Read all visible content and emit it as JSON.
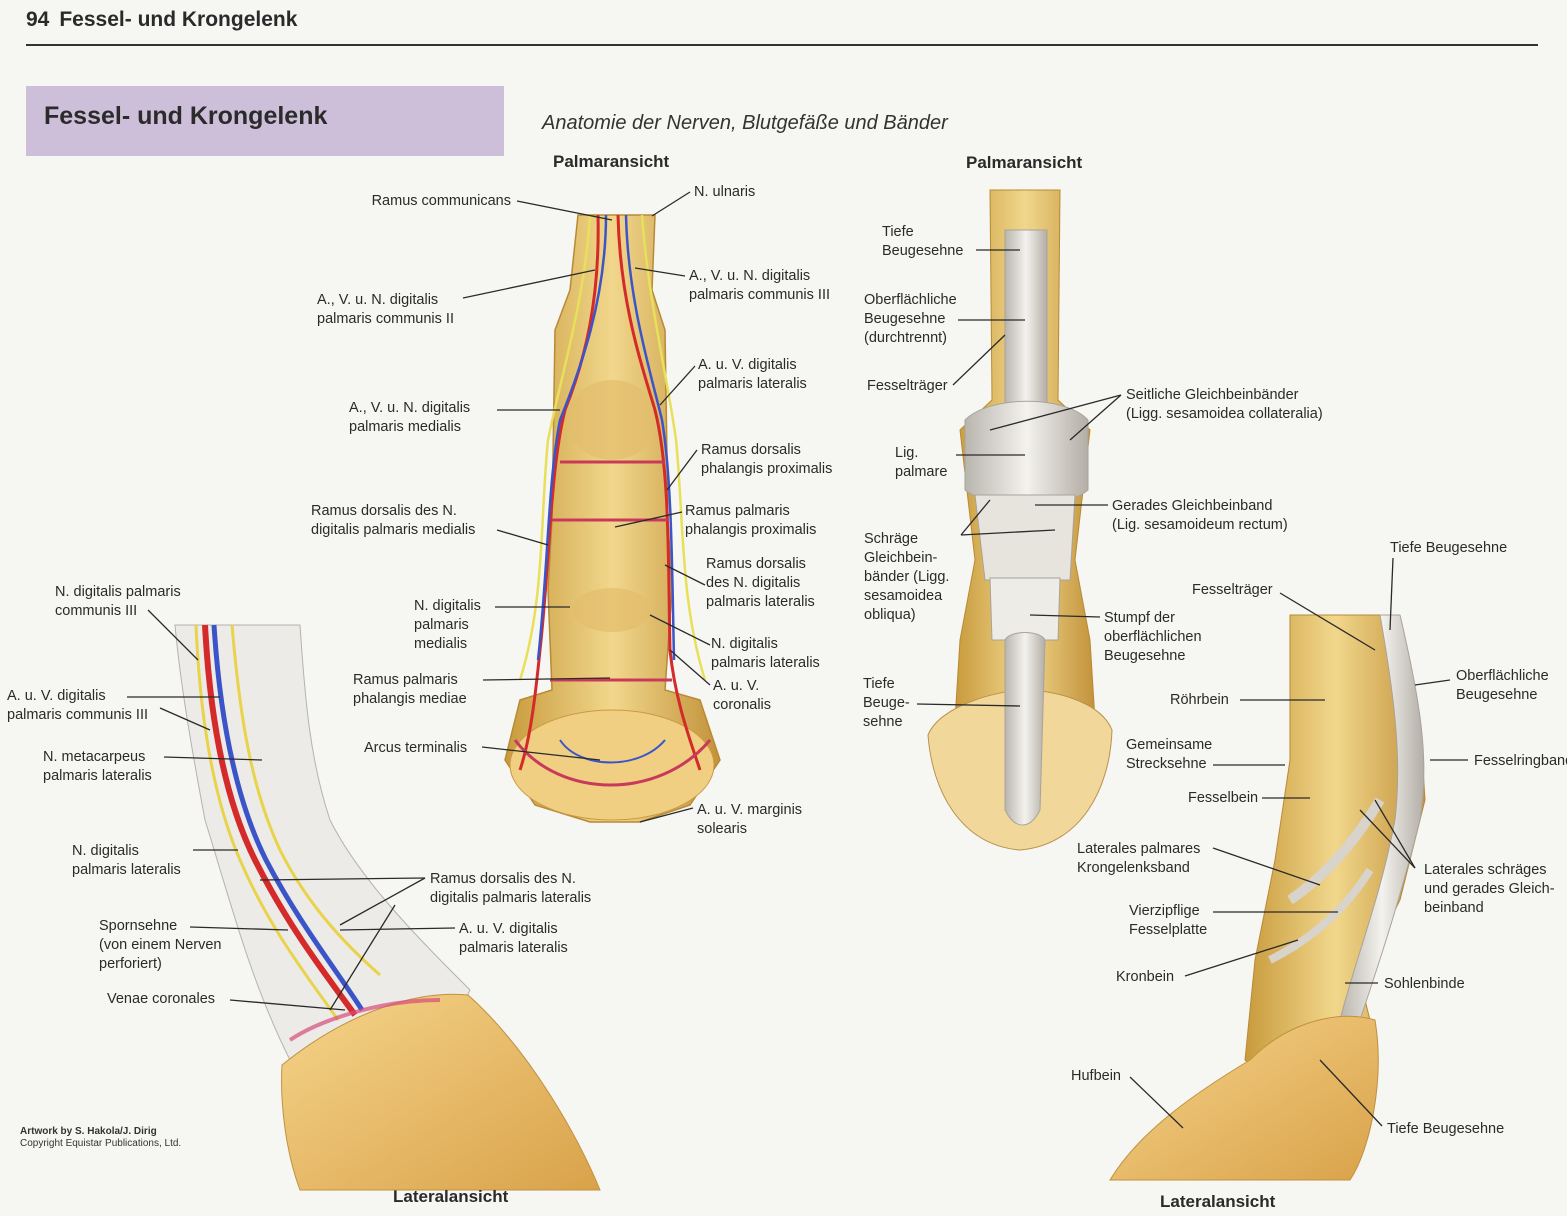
{
  "header": {
    "page_number": "94",
    "running_title": "Fessel- und Krongelenk"
  },
  "title_box": "Fessel- und Krongelenk",
  "subtitle": "Anatomie der Nerven, Blutgefäße und Bänder",
  "views": {
    "palmar_left": "Palmaransicht",
    "palmar_right": "Palmaransicht",
    "lateral_left": "Lateralansicht",
    "lateral_right": "Lateralansicht"
  },
  "labels": {
    "ramus_communicans": [
      "Ramus communicans"
    ],
    "n_ulnaris": [
      "N. ulnaris"
    ],
    "avn_dig_pal_comm_iii": [
      "A., V. u. N. digitalis",
      "palmaris communis III"
    ],
    "avn_dig_pal_comm_ii": [
      "A., V. u. N. digitalis",
      "palmaris communis II"
    ],
    "av_dig_pal_lat_1": [
      "A. u. V. digitalis",
      "palmaris lateralis"
    ],
    "avn_dig_pal_med": [
      "A., V. u. N. digitalis",
      "palmaris medialis"
    ],
    "ramus_dors_phal_prox": [
      "Ramus dorsalis",
      "phalangis proximalis"
    ],
    "ramus_pal_phal_prox": [
      "Ramus palmaris",
      "phalangis proximalis"
    ],
    "ramus_dors_n_dig_med": [
      "Ramus dorsalis des N.",
      "digitalis palmaris medialis"
    ],
    "ramus_dors_n_dig_lat_1": [
      "Ramus dorsalis",
      "des N. digitalis",
      "palmaris lateralis"
    ],
    "n_dig_pal_med": [
      "N. digitalis",
      "palmaris",
      "medialis"
    ],
    "n_dig_pal_lat_1": [
      "N. digitalis",
      "palmaris lateralis"
    ],
    "ramus_pal_phal_med": [
      "Ramus palmaris",
      "phalangis mediae"
    ],
    "av_coronalis": [
      "A. u. V.",
      "coronalis"
    ],
    "arcus_terminalis": [
      "Arcus terminalis"
    ],
    "av_marginis_solearis": [
      "A. u. V. marginis",
      "solearis"
    ],
    "tiefe_beugesehne_1": [
      "Tiefe",
      "Beugesehne"
    ],
    "oberfl_beugesehne_durch": [
      "Oberflächliche",
      "Beugesehne",
      "(durchtrennt)"
    ],
    "fesseltraeger_1": [
      "Fesselträger"
    ],
    "seitl_gleichbeinbaender": [
      "Seitliche Gleichbeinbänder",
      "(Ligg. sesamoidea collateralia)"
    ],
    "lig_palmare": [
      "Lig.",
      "palmare"
    ],
    "gerades_gleichbeinband": [
      "Gerades Gleichbeinband",
      "(Lig. sesamoideum rectum)"
    ],
    "schraege_gleichbeinbaender": [
      "Schräge",
      "Gleichbein-",
      "bänder (Ligg.",
      "sesamoidea",
      "obliqua)"
    ],
    "stumpf_oberfl_beugesehne": [
      "Stumpf der",
      "oberflächlichen",
      "Beugesehne"
    ],
    "tiefe_beugesehne_2": [
      "Tiefe",
      "Beuge-",
      "sehne"
    ],
    "n_dig_pal_comm_iii": [
      "N. digitalis palmaris",
      "communis III"
    ],
    "av_dig_pal_comm_iii": [
      "A. u. V. digitalis",
      "palmaris communis III"
    ],
    "n_metacarpeus": [
      "N. metacarpeus",
      "palmaris lateralis"
    ],
    "n_dig_pal_lat_2": [
      "N. digitalis",
      "palmaris lateralis"
    ],
    "ramus_dors_n_dig_lat_2": [
      "Ramus dorsalis des N.",
      "digitalis palmaris lateralis"
    ],
    "spornsehne": [
      "Spornsehne",
      "(von einem Nerven",
      "perforiert)"
    ],
    "av_dig_pal_lat_2": [
      "A. u. V. digitalis",
      "palmaris lateralis"
    ],
    "venae_coronales": [
      "Venae coronales"
    ],
    "tiefe_beugesehne_3": [
      "Tiefe Beugesehne"
    ],
    "fesseltraeger_2": [
      "Fesselträger"
    ],
    "oberfl_beugesehne_2": [
      "Oberflächliche",
      "Beugesehne"
    ],
    "roehrbein": [
      "Röhrbein"
    ],
    "gemeinsame_strecksehne": [
      "Gemeinsame",
      "Strecksehne"
    ],
    "fesselringband": [
      "Fesselringband"
    ],
    "fesselbein": [
      "Fesselbein"
    ],
    "lat_palm_krongelenksband": [
      "Laterales palmares",
      "Krongelenksband"
    ],
    "lat_schraeg_ger_gleichbeinband": [
      "Laterales schräges",
      "und gerades Gleich-",
      "beinband"
    ],
    "vierzipflige_fesselplatte": [
      "Vierzipflige",
      "Fesselplatte"
    ],
    "kronbein": [
      "Kronbein"
    ],
    "sohlenbinde": [
      "Sohlenbinde"
    ],
    "hufbein": [
      "Hufbein"
    ],
    "tiefe_beugesehne_4": [
      "Tiefe Beugesehne"
    ]
  },
  "credit": {
    "artwork": "Artwork by S. Hakola/J. Dirig",
    "copyright": "Copyright Equistar Publications, Ltd."
  }
}
